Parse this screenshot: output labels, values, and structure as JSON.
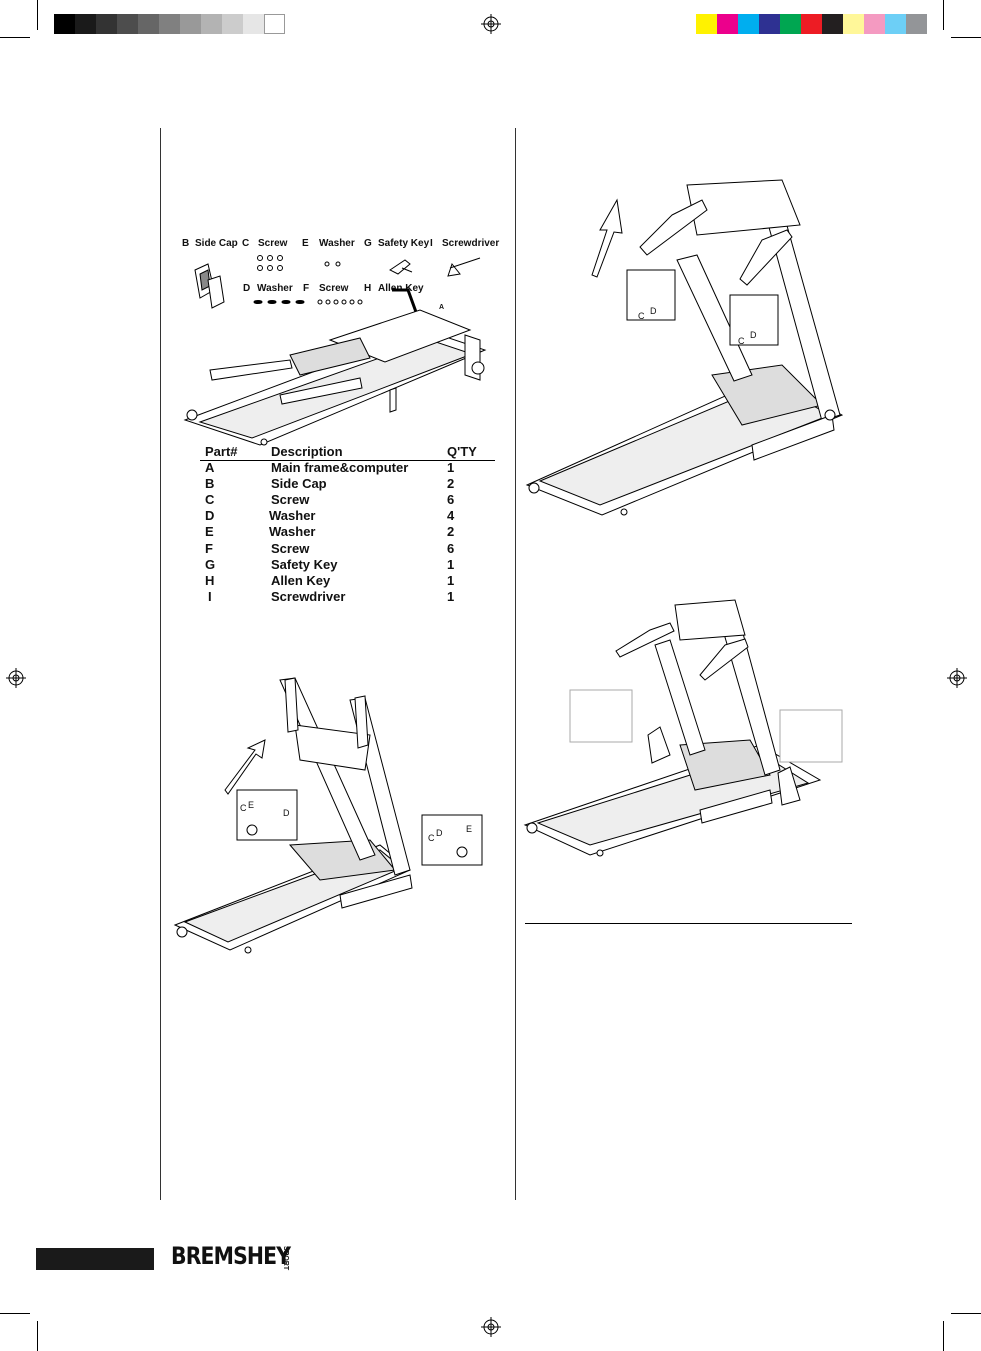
{
  "colors": {
    "gray_steps": [
      "#000000",
      "#1a1a1a",
      "#333333",
      "#4d4d4d",
      "#666666",
      "#808080",
      "#999999",
      "#b3b3b3",
      "#cccccc",
      "#e6e6e6",
      "#ffffff"
    ],
    "process": [
      "#fff200",
      "#ec008c",
      "#00aeef",
      "#2e3192",
      "#00a651",
      "#ed1c24",
      "#231f20",
      "#fff799",
      "#f49ac1",
      "#6dcff6",
      "#939598"
    ]
  },
  "hardware_labels": {
    "b": {
      "letter": "B",
      "name": "Side Cap"
    },
    "c": {
      "letter": "C",
      "name": "Screw"
    },
    "e": {
      "letter": "E",
      "name": "Washer"
    },
    "g": {
      "letter": "G",
      "name": "Safety Key"
    },
    "i": {
      "letter": "I",
      "name": "Screwdriver"
    },
    "d": {
      "letter": "D",
      "name": "Washer"
    },
    "f": {
      "letter": "F",
      "name": "Screw"
    },
    "h": {
      "letter": "H",
      "name": "Allen Key"
    },
    "a": {
      "letter": "A"
    }
  },
  "parts_table": {
    "headers": {
      "part": "Part#",
      "description": "Description",
      "qty": "Q'TY"
    },
    "rows": [
      {
        "part": "A",
        "description": "Main frame&computer",
        "qty": "1"
      },
      {
        "part": "B",
        "description": "Side Cap",
        "qty": "2"
      },
      {
        "part": "C",
        "description": "Screw",
        "qty": "6"
      },
      {
        "part": "D",
        "description": "Washer",
        "qty": "4"
      },
      {
        "part": "E",
        "description": "Washer",
        "qty": "2"
      },
      {
        "part": "F",
        "description": "Screw",
        "qty": "6"
      },
      {
        "part": "G",
        "description": "Safety Key",
        "qty": "1"
      },
      {
        "part": "H",
        "description": "Allen Key",
        "qty": "1"
      },
      {
        "part": "I",
        "description": "Screwdriver",
        "qty": "1"
      }
    ]
  },
  "callouts": {
    "c": "C",
    "d": "D",
    "e": "E"
  },
  "footer": {
    "brand": "BREMSHEY",
    "sport": "SPORT"
  }
}
